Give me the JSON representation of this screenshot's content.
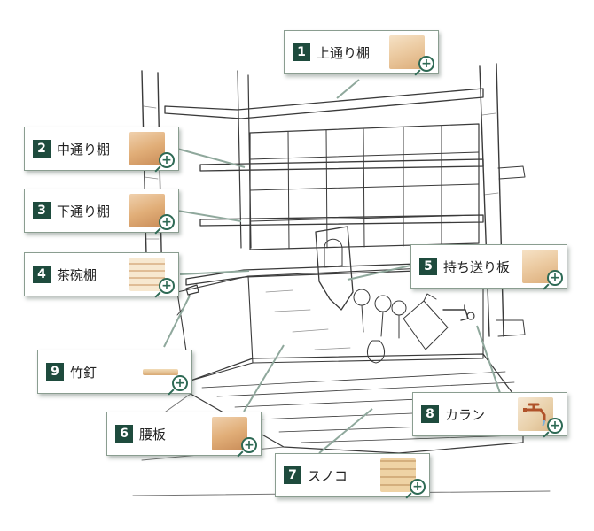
{
  "callouts": [
    {
      "num": "1",
      "label": "上通り棚",
      "thumb_icon": "shelf-wood-icon",
      "plus_icon": "zoom-plus-icon"
    },
    {
      "num": "2",
      "label": "中通り棚",
      "thumb_icon": "shelf-wood-icon",
      "plus_icon": "zoom-plus-icon"
    },
    {
      "num": "3",
      "label": "下通り棚",
      "thumb_icon": "shelf-wood-icon",
      "plus_icon": "zoom-plus-icon"
    },
    {
      "num": "4",
      "label": "茶碗棚",
      "thumb_icon": "bowl-shelf-icon",
      "plus_icon": "zoom-plus-icon"
    },
    {
      "num": "5",
      "label": "持ち送り板",
      "thumb_icon": "bracket-board-icon",
      "plus_icon": "zoom-plus-icon"
    },
    {
      "num": "6",
      "label": "腰板",
      "thumb_icon": "wainscot-icon",
      "plus_icon": "zoom-plus-icon"
    },
    {
      "num": "7",
      "label": "スノコ",
      "thumb_icon": "duckboard-icon",
      "plus_icon": "zoom-plus-icon"
    },
    {
      "num": "8",
      "label": "カラン",
      "thumb_icon": "faucet-icon",
      "plus_icon": "zoom-plus-icon"
    },
    {
      "num": "9",
      "label": "竹釘",
      "thumb_icon": "bamboo-nail-icon",
      "plus_icon": "zoom-plus-icon"
    }
  ],
  "colors": {
    "number_badge": "#1e4b3d",
    "leader_line": "#8fa89c",
    "plus_icon": "#2e6a55",
    "wood": "#e3b583"
  }
}
